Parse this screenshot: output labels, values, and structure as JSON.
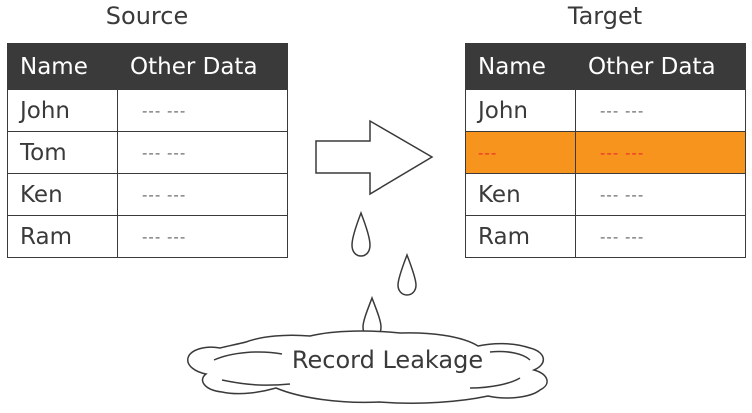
{
  "source": {
    "caption": "Source",
    "headers": [
      "Name",
      "Other Data"
    ],
    "rows": [
      {
        "name": "John",
        "other": "--- ---"
      },
      {
        "name": "Tom",
        "other": "--- ---"
      },
      {
        "name": "Ken",
        "other": "--- ---"
      },
      {
        "name": "Ram",
        "other": "--- ---"
      }
    ]
  },
  "target": {
    "caption": "Target",
    "headers": [
      "Name",
      "Other Data"
    ],
    "rows": [
      {
        "name": "John",
        "other": "--- ---"
      },
      {
        "name": "---",
        "other": "--- ---"
      },
      {
        "name": "Ken",
        "other": "--- ---"
      },
      {
        "name": "Ram",
        "other": "--- ---"
      }
    ]
  },
  "leak": {
    "label": "Record Leakage"
  },
  "colors": {
    "header_bg": "#3a3a3a",
    "leaked_row_bg": "#f7941d",
    "leaked_text": "#e8322a"
  }
}
